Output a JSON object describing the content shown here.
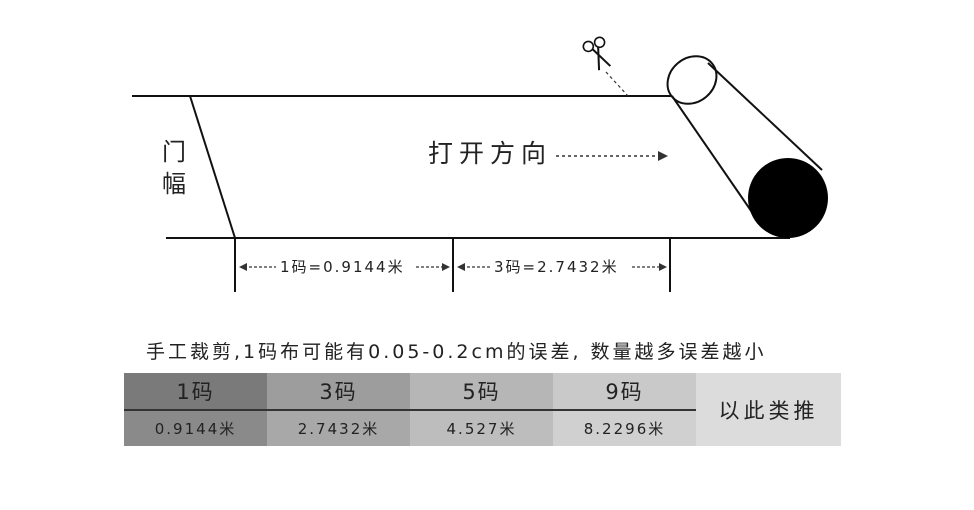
{
  "diagram": {
    "width_label": "门\n幅",
    "direction_label": "打开方向",
    "dim1_label": "1码=0.9144米",
    "dim2_label": "3码=2.7432米"
  },
  "note": "手工裁剪,1码布可能有0.05-0.2cm的误差, 数量越多误差越小",
  "table": {
    "columns": [
      {
        "unit": "1码",
        "value": "0.9144米",
        "header_color": "#7a7a7a",
        "value_color": "#8a8a8a"
      },
      {
        "unit": "3码",
        "value": "2.7432米",
        "header_color": "#9d9d9d",
        "value_color": "#a8a8a8"
      },
      {
        "unit": "5码",
        "value": "4.527米",
        "header_color": "#b6b6b6",
        "value_color": "#bdbdbd"
      },
      {
        "unit": "9码",
        "value": "8.2296米",
        "header_color": "#c9c9c9",
        "value_color": "#d0d0d0"
      }
    ],
    "more_label": "以此类推",
    "more_color": "#dcdcdc"
  }
}
